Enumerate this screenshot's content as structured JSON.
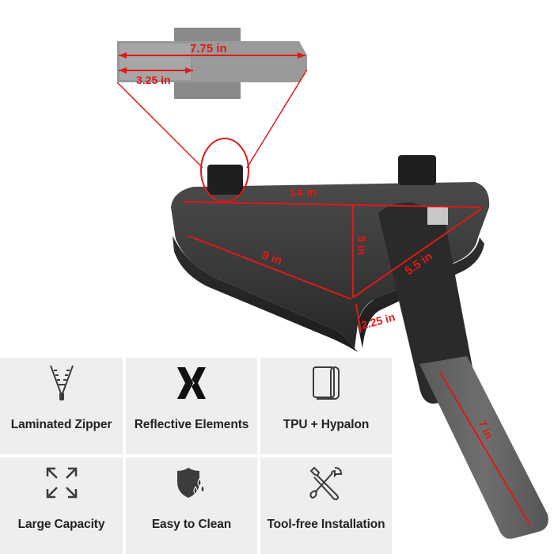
{
  "dimensions": {
    "strap_length": "7.75 in",
    "strap_width": "3.25 in",
    "top_length": "14 in",
    "height": "5 in",
    "bottom_length": "9 in",
    "side_length": "5.5 in",
    "depth": "2.25 in",
    "velcro_length": "7 in"
  },
  "features": [
    {
      "label": "Laminated Zipper",
      "icon": "zipper-icon"
    },
    {
      "label": "Reflective Elements",
      "icon": "reflective-x-icon"
    },
    {
      "label": "TPU + Hypalon",
      "icon": "material-roll-icon"
    },
    {
      "label": "Large Capacity",
      "icon": "expand-arrows-icon"
    },
    {
      "label": "Easy to Clean",
      "icon": "shield-droplets-icon"
    },
    {
      "label": "Tool-free Installation",
      "icon": "wrench-screwdriver-icon"
    }
  ],
  "colors": {
    "dimension_lines": "#e01818",
    "bag_body": "#3a3a3a",
    "feature_background": "#eeeeee",
    "icon": "#3c3c3c"
  }
}
